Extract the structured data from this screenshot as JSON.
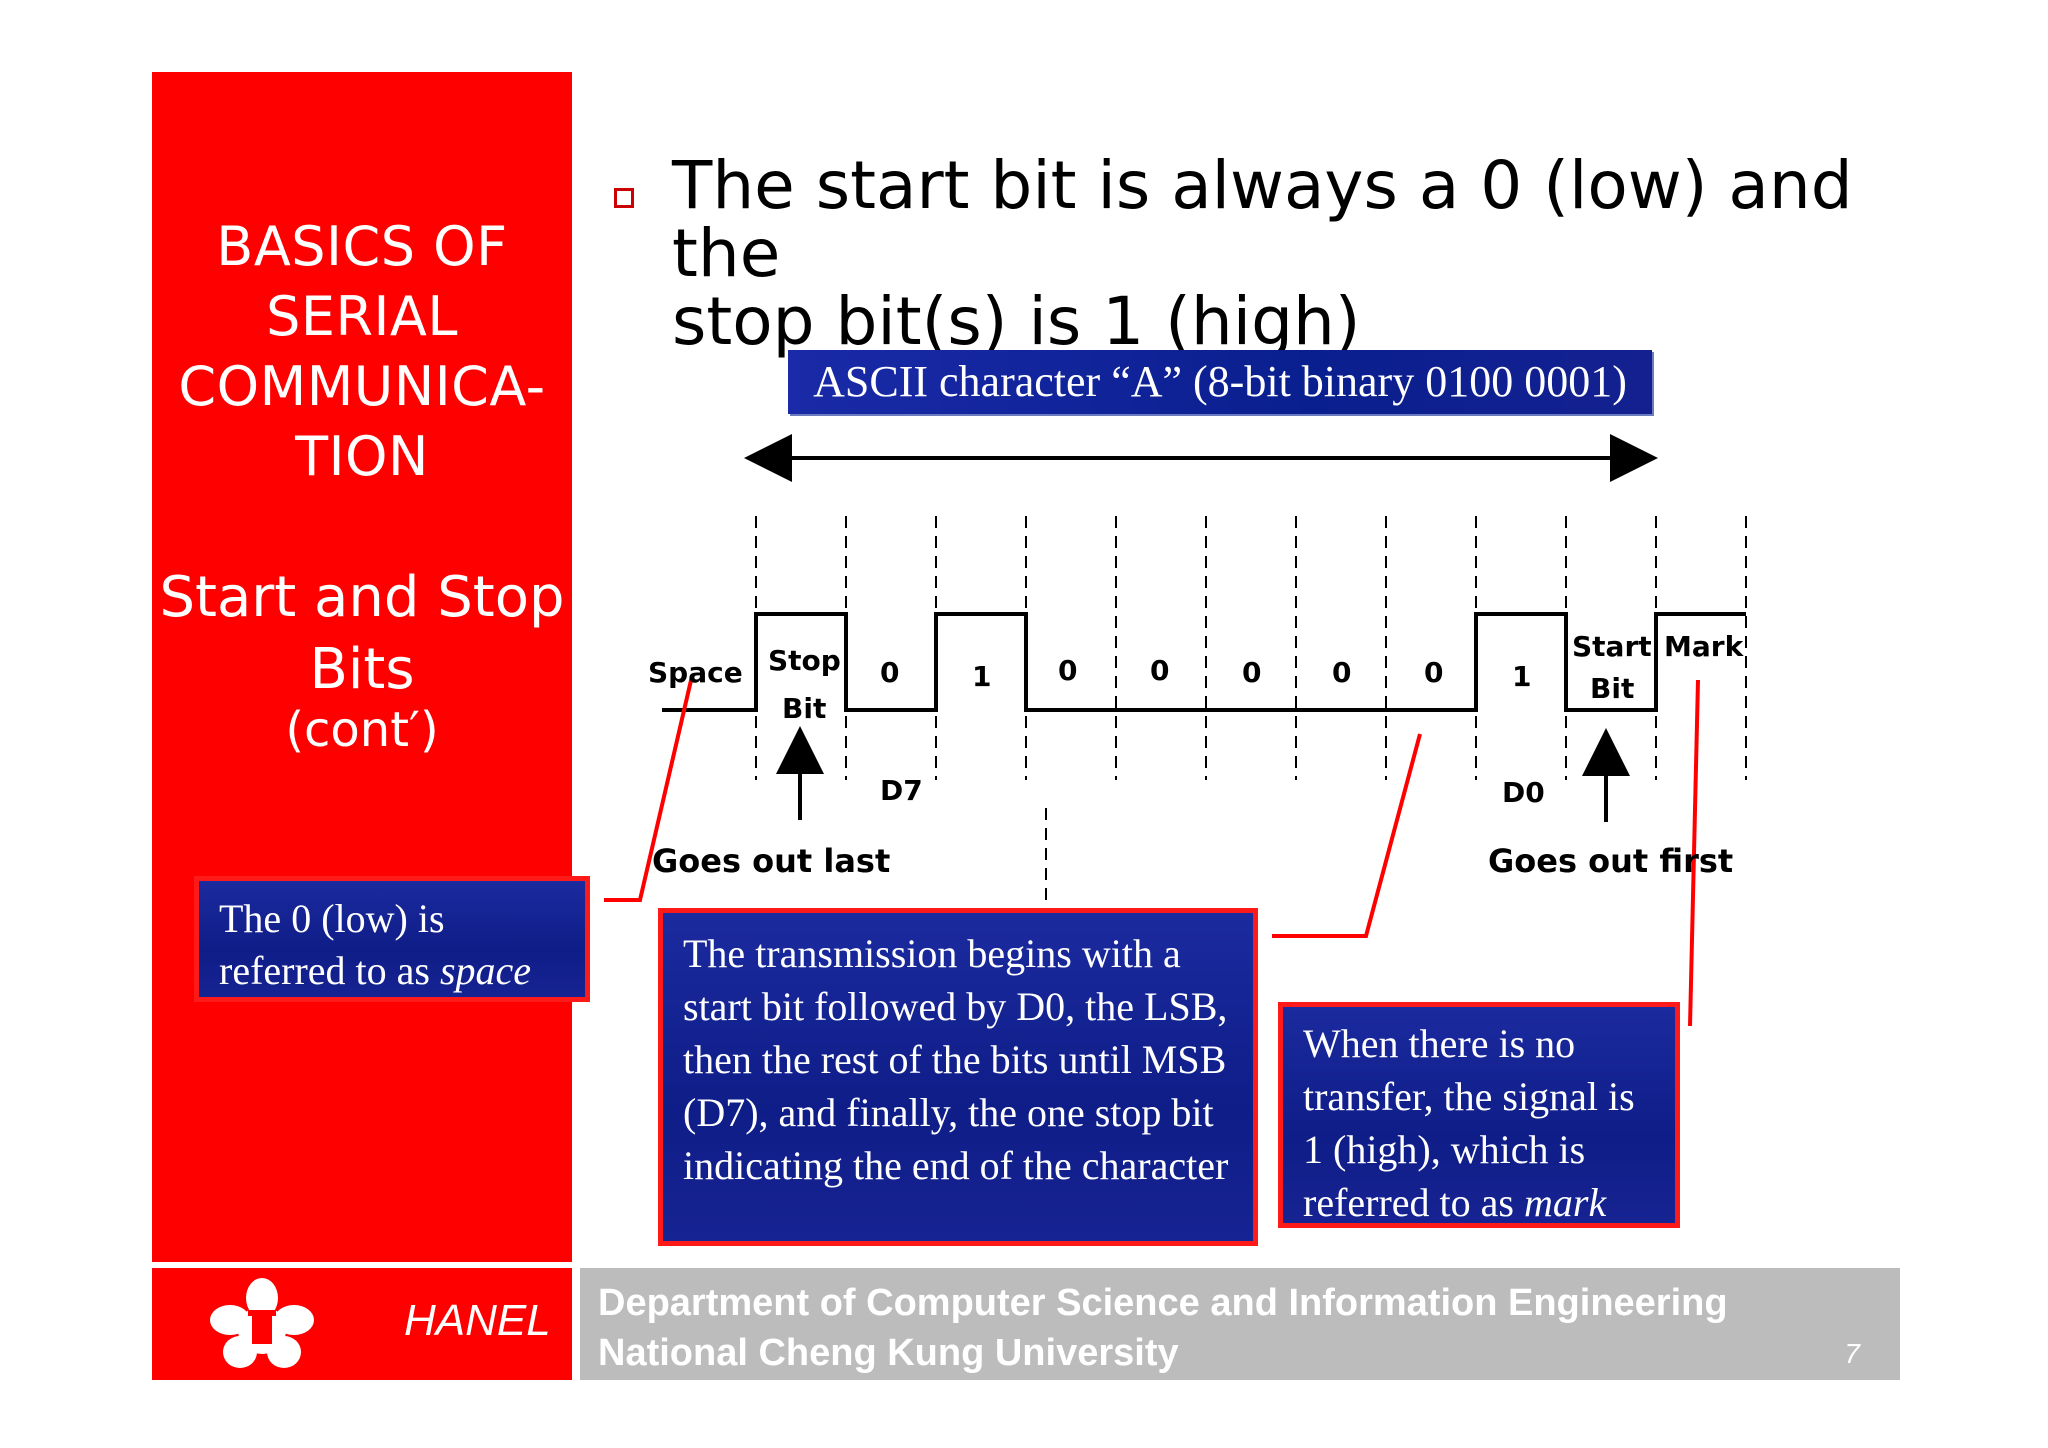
{
  "sidebar": {
    "title_lines": [
      "BASICS OF",
      "SERIAL",
      "COMMUNICA-",
      "TION"
    ],
    "subtitle_lines": [
      "Start and Stop",
      "Bits"
    ],
    "cont": "(cont′)"
  },
  "bullet": {
    "line1": "The start bit is always a 0 (low) and the",
    "line2": "stop bit(s) is 1 (high)"
  },
  "banner": "ASCII character “A” (8-bit binary 0100 0001)",
  "diagram": {
    "space": "Space",
    "stop_line1": "Stop",
    "stop_line2": "Bit",
    "start_line1": "Start",
    "start_line2": "Bit",
    "mark": "Mark",
    "bits": [
      "0",
      "1",
      "0",
      "0",
      "0",
      "0",
      "0",
      "1"
    ],
    "d7": "D7",
    "d0": "D0",
    "goes_out_last": "Goes out last",
    "goes_out_first": "Goes out first"
  },
  "notes": {
    "space_note_prefix": "The 0 (low) is referred to as ",
    "space_note_em": "space",
    "transmission": "The transmission begins with a start bit followed by D0, the LSB, then the rest of the bits until MSB (D7), and finally, the one stop bit indicating the end of the character",
    "mark_note_prefix": "When there is no transfer, the signal is 1 (high), which is referred to as ",
    "mark_note_em": "mark"
  },
  "footer": {
    "hanel": "HANEL",
    "dept_line1": "Department of Computer Science and Information Engineering",
    "dept_line2": "National Cheng Kung University",
    "page": "7"
  },
  "colors": {
    "sidebar": "#ff0000",
    "note_bg": "#1b2a9e",
    "note_border": "#ff1a1a",
    "footer_bg": "#bcbcbc"
  }
}
